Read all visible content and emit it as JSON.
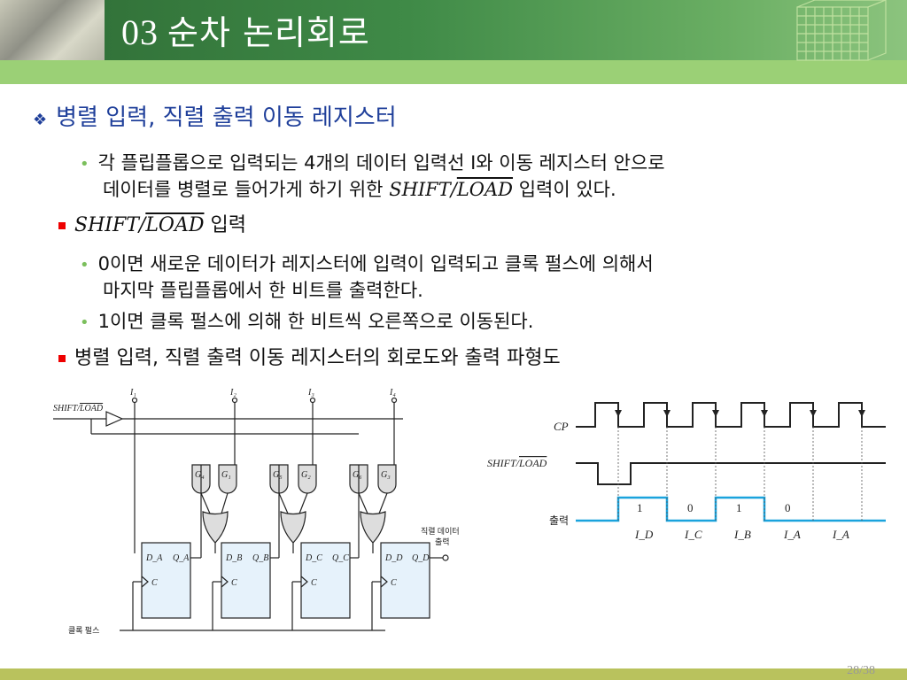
{
  "header": {
    "section_number": "03",
    "title": "순차 논리회로"
  },
  "heading": {
    "bullet_icon": "diamond-cluster-icon",
    "text": "병렬 입력, 직렬 출력 이동 레지스터"
  },
  "body": {
    "p1_line1": "각 플립플롭으로 입력되는 4개의 데이터 입력선 I와 이동 레지스터 안으로",
    "p1_line2_pre": "데이터를 병렬로 들어가게 하기 위한 ",
    "p1_line2_math1": "SHIFT",
    "p1_line2_slash": "/",
    "p1_line2_math2": "LOAD",
    "p1_line2_post": " 입력이 있다.",
    "s2_math1": "SHIFT",
    "s2_slash": "/",
    "s2_math2": "LOAD",
    "s2_post": " 입력",
    "p2_line1": "0이면 새로운 데이터가 레지스터에 입력이 입력되고 클록 펄스에 의해서",
    "p2_line2": "마지막 플립플롭에서 한 비트를 출력한다.",
    "p3_line1": "1이면 클록 펄스에 의해 한 비트씩 오른쪽으로 이동된다.",
    "s3_text": "병렬 입력, 직렬 출력 이동 레지스터의 회로도와 출력 파형도"
  },
  "circuit": {
    "shift_load_label": "SHIFT/",
    "shift_load_bar": "LOAD",
    "inputs": [
      "I₁",
      "I₂",
      "I₃",
      "I₄"
    ],
    "gates": [
      "G₄",
      "G₁",
      "G₅",
      "G₂",
      "G₆",
      "G₃"
    ],
    "flipflops": [
      {
        "d": "D_A",
        "q": "Q_A"
      },
      {
        "d": "D_B",
        "q": "Q_B"
      },
      {
        "d": "D_C",
        "q": "Q_C"
      },
      {
        "d": "D_D",
        "q": "Q_D"
      }
    ],
    "clock_label": "C",
    "clock_pulse_label": "클록 펄스",
    "serial_out_label_1": "직렬 데이터",
    "serial_out_label_2": "출력"
  },
  "waveform": {
    "cp_label": "CP",
    "shift_label": "SHIFT/",
    "shift_bar": "LOAD",
    "output_label": "출력",
    "bits": [
      "1",
      "0",
      "1",
      "0"
    ],
    "bit_names": [
      "I_D",
      "I_C",
      "I_B",
      "I_A",
      "I_A"
    ]
  },
  "colors": {
    "header_green": "#3f8a47",
    "stripe": "#9bd076",
    "heading_blue": "#1f3f9a",
    "output_wave": "#1aa3dd",
    "footer": "#b9c25d"
  },
  "page_number": "28/38"
}
